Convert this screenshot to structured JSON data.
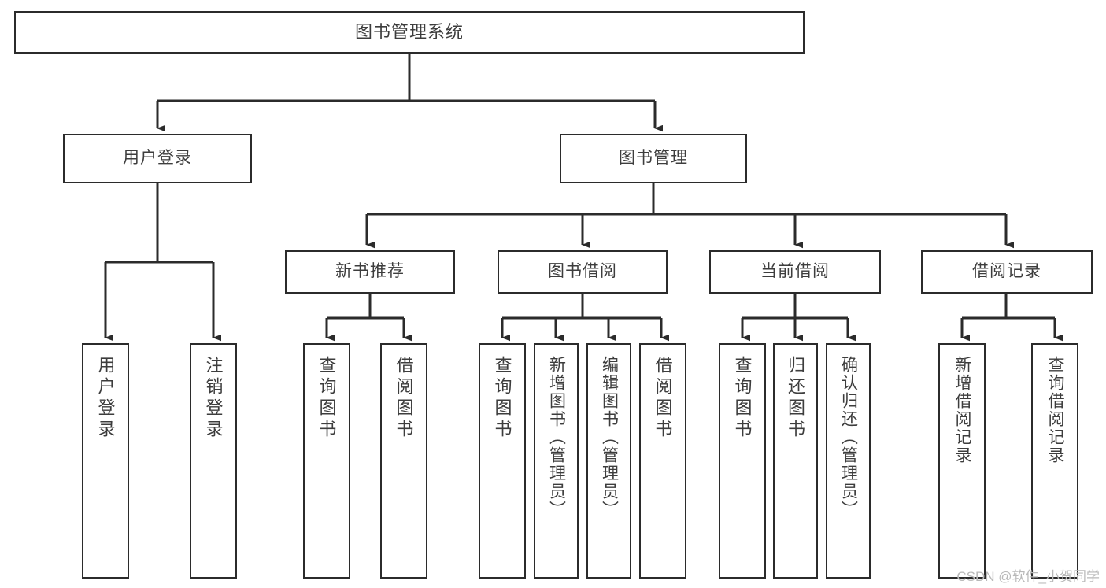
{
  "diagram": {
    "title": "图书管理系统",
    "type": "tree-hierarchy",
    "watermark": "CSDN @软件_小贺同学",
    "colors": {
      "box_border": "#2b2b2b",
      "box_fill": "#ffffff",
      "text": "#3d3d3d",
      "connector": "#2b2b2b",
      "watermark": "#b9b9b9",
      "background": "#ffffff"
    },
    "nodes": {
      "root": {
        "label": "图书管理系统"
      },
      "level2": [
        {
          "id": "user-login",
          "label": "用户登录"
        },
        {
          "id": "book-manage",
          "label": "图书管理"
        }
      ],
      "level3": [
        {
          "id": "new-book-recommend",
          "label": "新书推荐"
        },
        {
          "id": "book-borrow",
          "label": "图书借阅"
        },
        {
          "id": "current-borrow",
          "label": "当前借阅"
        },
        {
          "id": "borrow-record",
          "label": "借阅记录"
        }
      ],
      "leaves": [
        {
          "id": "leaf-user-login",
          "label": "用户登录",
          "parent": "user-login"
        },
        {
          "id": "leaf-logout-login",
          "label": "注销登录",
          "parent": "user-login"
        },
        {
          "id": "leaf-query-book-1",
          "label": "查询图书",
          "parent": "new-book-recommend"
        },
        {
          "id": "leaf-borrow-book-1",
          "label": "借阅图书",
          "parent": "new-book-recommend"
        },
        {
          "id": "leaf-query-book-2",
          "label": "查询图书",
          "parent": "book-borrow"
        },
        {
          "id": "leaf-add-book-admin",
          "label": "新增图书（管理员）",
          "parent": "book-borrow"
        },
        {
          "id": "leaf-edit-book-admin",
          "label": "编辑图书（管理员）",
          "parent": "book-borrow"
        },
        {
          "id": "leaf-borrow-book-2",
          "label": "借阅图书",
          "parent": "book-borrow"
        },
        {
          "id": "leaf-query-book-3",
          "label": "查询图书",
          "parent": "current-borrow"
        },
        {
          "id": "leaf-return-book",
          "label": "归还图书",
          "parent": "current-borrow"
        },
        {
          "id": "leaf-confirm-return-admin",
          "label": "确认归还（管理员）",
          "parent": "current-borrow"
        },
        {
          "id": "leaf-add-borrow-record",
          "label": "新增借阅记录",
          "parent": "borrow-record"
        },
        {
          "id": "leaf-query-borrow-record",
          "label": "查询借阅记录",
          "parent": "borrow-record"
        }
      ]
    }
  }
}
